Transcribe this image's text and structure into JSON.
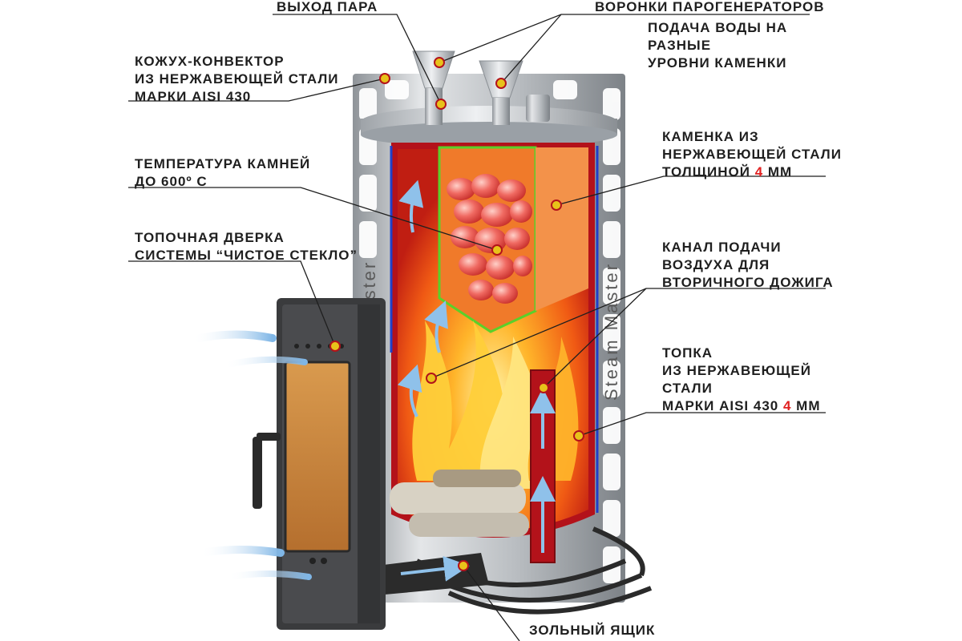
{
  "labels": {
    "steam_outlet": "ВЫХОД ПАРА",
    "funnels": "ВОРОНКИ ПАРОГЕНЕРАТОРОВ",
    "water_supply": [
      "ПОДАЧА ВОДЫ НА",
      "РАЗНЫЕ",
      "УРОВНИ КАМЕНКИ"
    ],
    "casing": [
      "КОЖУХ-КОНВЕКТОР",
      "ИЗ НЕРЖАВЕЮЩЕЙ СТАЛИ",
      "МАРКИ AISI 430"
    ],
    "stone_chamber": {
      "line1": "КАМЕНКА ИЗ",
      "line2": "НЕРЖАВЕЮЩЕЙ СТАЛИ",
      "line3_pre": "ТОЛЩИНОЙ ",
      "line3_num": "4",
      "line3_post": " ММ"
    },
    "stone_temp": [
      "ТЕМПЕРАТУРА КАМНЕЙ",
      "ДО 600º С"
    ],
    "door": [
      "ТОПОЧНАЯ ДВЕРКА",
      "СИСТЕМЫ “ЧИСТОЕ СТЕКЛО”"
    ],
    "air_channel": [
      "КАНАЛ ПОДАЧИ",
      "ВОЗДУХА ДЛЯ",
      "ВТОРИЧНОГО ДОЖИГА"
    ],
    "firebox": {
      "line1": "ТОПКА",
      "line2": "ИЗ НЕРЖАВЕЮЩЕЙ",
      "line3": "СТАЛИ",
      "line4_pre": "МАРКИ AISI 430 ",
      "line4_num": "4",
      "line4_post": " ММ"
    },
    "ash_box": "ЗОЛЬНЫЙ ЯЩИК"
  },
  "brand_text": "Steam Master",
  "colors": {
    "firebox_red": "#b3121a",
    "stone_chamber": "#f07a2a",
    "marker": "#e8c21a",
    "accent_red": "#e02020",
    "steel": "#c8cbcf",
    "air_arrow": "#8fc1ea"
  }
}
